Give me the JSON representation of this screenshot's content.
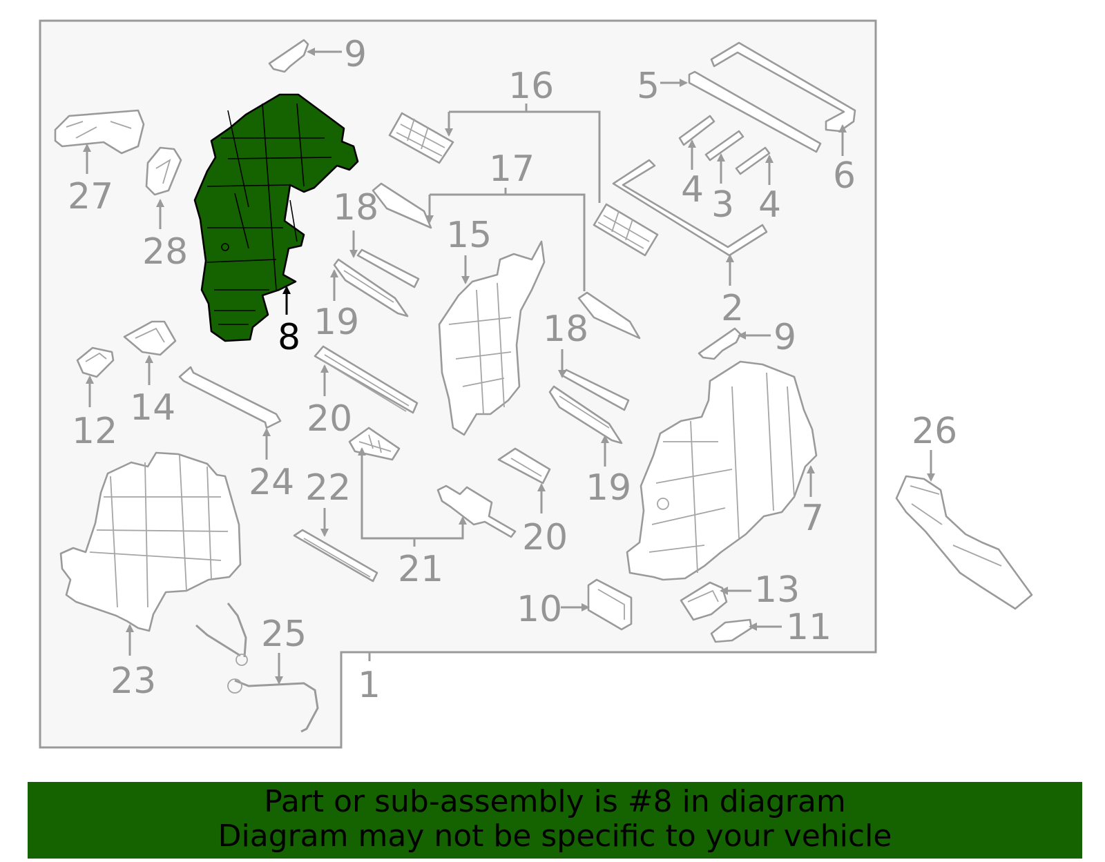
{
  "highlight": {
    "part_number": "8",
    "fill_color": "#156200",
    "stroke_color": "#000000"
  },
  "colors": {
    "line": "#9a9a9a",
    "callout": "#959595",
    "background": "#f7f7f7",
    "banner": "#156200"
  },
  "callouts": {
    "c1": "1",
    "c2": "2",
    "c3": "3",
    "c4a": "4",
    "c4b": "4",
    "c5": "5",
    "c6": "6",
    "c7": "7",
    "c8": "8",
    "c9a": "9",
    "c9b": "9",
    "c10": "10",
    "c11": "11",
    "c12": "12",
    "c13": "13",
    "c14": "14",
    "c15": "15",
    "c16": "16",
    "c17": "17",
    "c18a": "18",
    "c18b": "18",
    "c19a": "19",
    "c19b": "19",
    "c20a": "20",
    "c20b": "20",
    "c21": "21",
    "c22": "22",
    "c23": "23",
    "c24": "24",
    "c25": "25",
    "c26": "26",
    "c27": "27",
    "c28": "28"
  },
  "banner": {
    "line1": "Part or sub-assembly is #8 in diagram",
    "line2": "Diagram may not be specific to your vehicle"
  }
}
